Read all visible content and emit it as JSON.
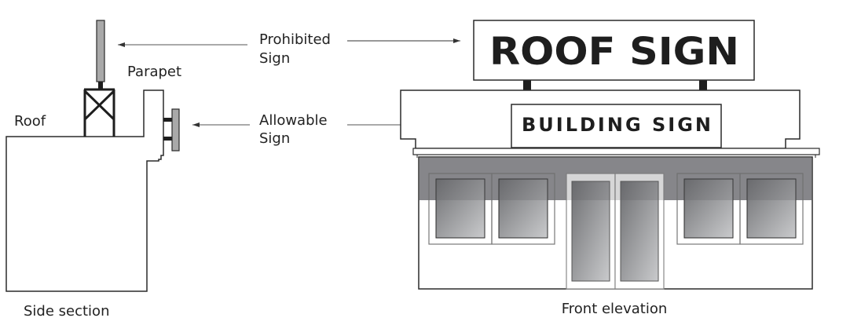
{
  "side_section": {
    "caption": "Side section",
    "roof_label": "Roof",
    "parapet_label": "Parapet"
  },
  "callouts": {
    "prohibited_line1": "Prohibited",
    "prohibited_line2": "Sign",
    "allowable_line1": "Allowable",
    "allowable_line2": "Sign"
  },
  "front_elevation": {
    "caption": "Front elevation",
    "roof_sign_text": "ROOF SIGN",
    "building_sign_text": "BUILDING SIGN"
  },
  "colors": {
    "line": "#2a2a2a",
    "sign_gray": "#a9a9a9",
    "awning_gray": "#8e8f92",
    "text": "#1e1e1e"
  }
}
